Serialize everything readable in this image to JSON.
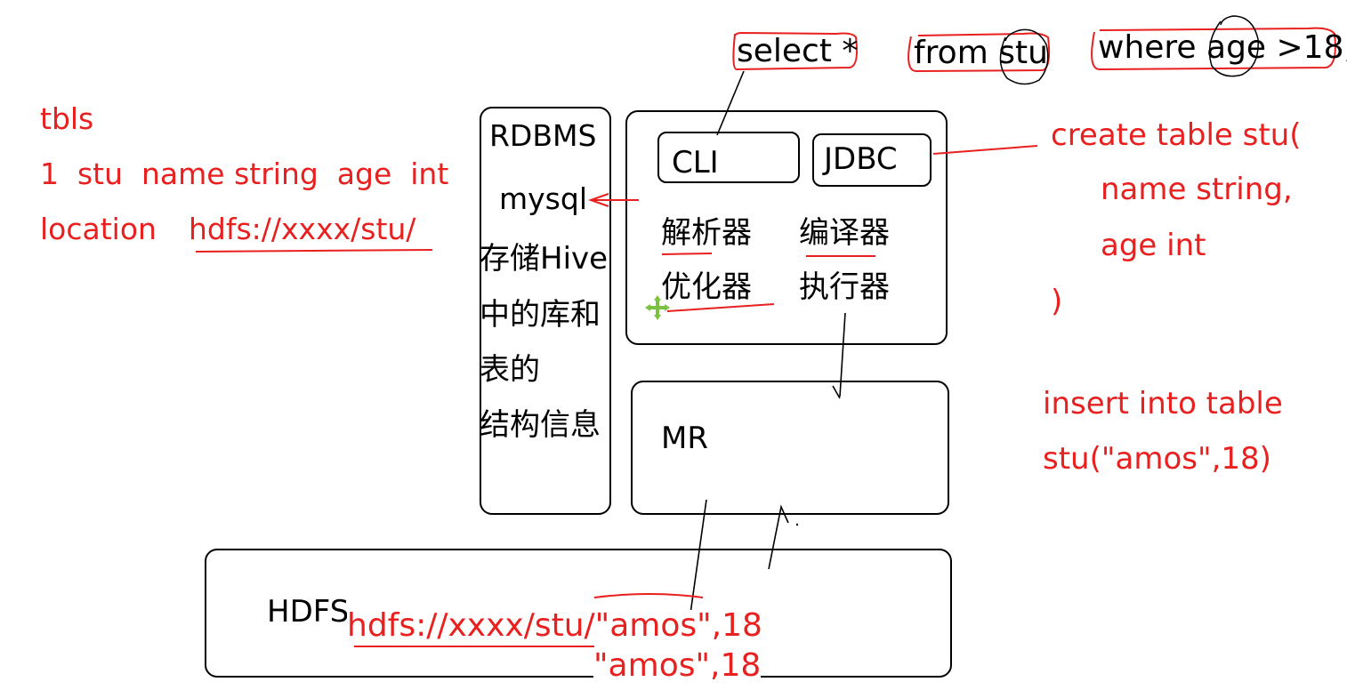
{
  "query": {
    "select": "select *",
    "from": "from stu",
    "where": "where age >18;"
  },
  "left_note": {
    "line1": "tbls",
    "line2": "1  stu  name string  age  int",
    "line3_prefix": "location",
    "line3_path": "hdfs://xxxx/stu/"
  },
  "rdbms_box": {
    "title": "RDBMS",
    "db": "mysql",
    "desc1": "存储Hive",
    "desc2": "中的库和",
    "desc3": "表的",
    "desc4": "结构信息"
  },
  "hive_box": {
    "cli": "CLI",
    "jdbc": "JDBC",
    "parser": "解析器",
    "compiler": "编译器",
    "optimizer": "优化器",
    "executor": "执行器"
  },
  "mr_box": {
    "label": "MR"
  },
  "hdfs_box": {
    "label": "HDFS",
    "path_line": "hdfs://xxxx/stu/\"amos\",18",
    "data_line": "\"amos\",18"
  },
  "right_note": {
    "create1": "create table stu(",
    "create2": "name string,",
    "create3": "age int",
    "create4": ")",
    "insert1": "insert into table",
    "insert2": "stu(\"amos\",18)"
  },
  "colors": {
    "ink": "#000000",
    "annotation": "#e8201f",
    "cursor": "#7bc142"
  }
}
